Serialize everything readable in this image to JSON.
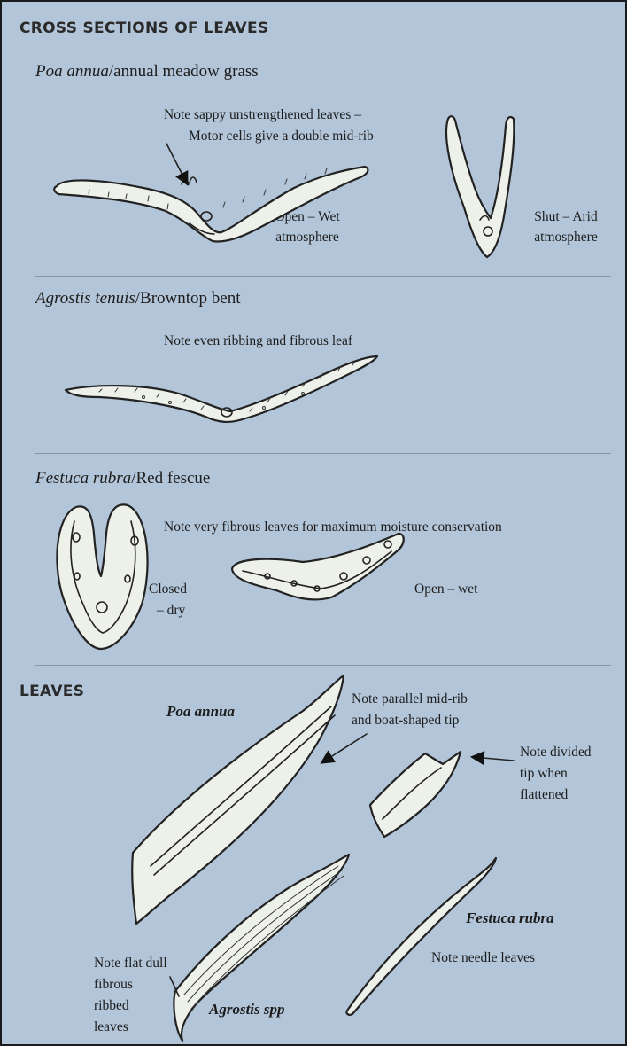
{
  "heading_cross": "CROSS SECTIONS OF LEAVES",
  "heading_leaves": "LEAVES",
  "poa": {
    "latin": "Poa annua",
    "common": "/annual meadow grass",
    "note_line1": "Note sappy unstrengthened leaves –",
    "note_line2": "Motor cells give a double mid-rib",
    "open_line1": "Open – Wet",
    "open_line2": "atmosphere",
    "shut_line1": "Shut – Arid",
    "shut_line2": "atmosphere"
  },
  "agrostis": {
    "latin": "Agrostis tenuis",
    "common": "/Browntop bent",
    "note": "Note even ribbing and fibrous leaf"
  },
  "festuca": {
    "latin": "Festuca rubra",
    "common": "/Red fescue",
    "note": "Note very fibrous leaves for maximum moisture conservation",
    "closed_line1": "Closed",
    "closed_line2": "– dry",
    "open": "Open – wet"
  },
  "leaves": {
    "poa_label": "Poa annua",
    "poa_note_line1": "Note parallel mid-rib",
    "poa_note_line2": "and boat-shaped tip",
    "divided_line1": "Note divided",
    "divided_line2": "tip when",
    "divided_line3": "flattened",
    "festuca_label": "Festuca rubra",
    "needle_note": "Note needle leaves",
    "flat_line1": "Note flat dull",
    "flat_line2": "fibrous",
    "flat_line3": "ribbed",
    "flat_line4": "leaves",
    "agrostis_label": "Agrostis spp"
  }
}
